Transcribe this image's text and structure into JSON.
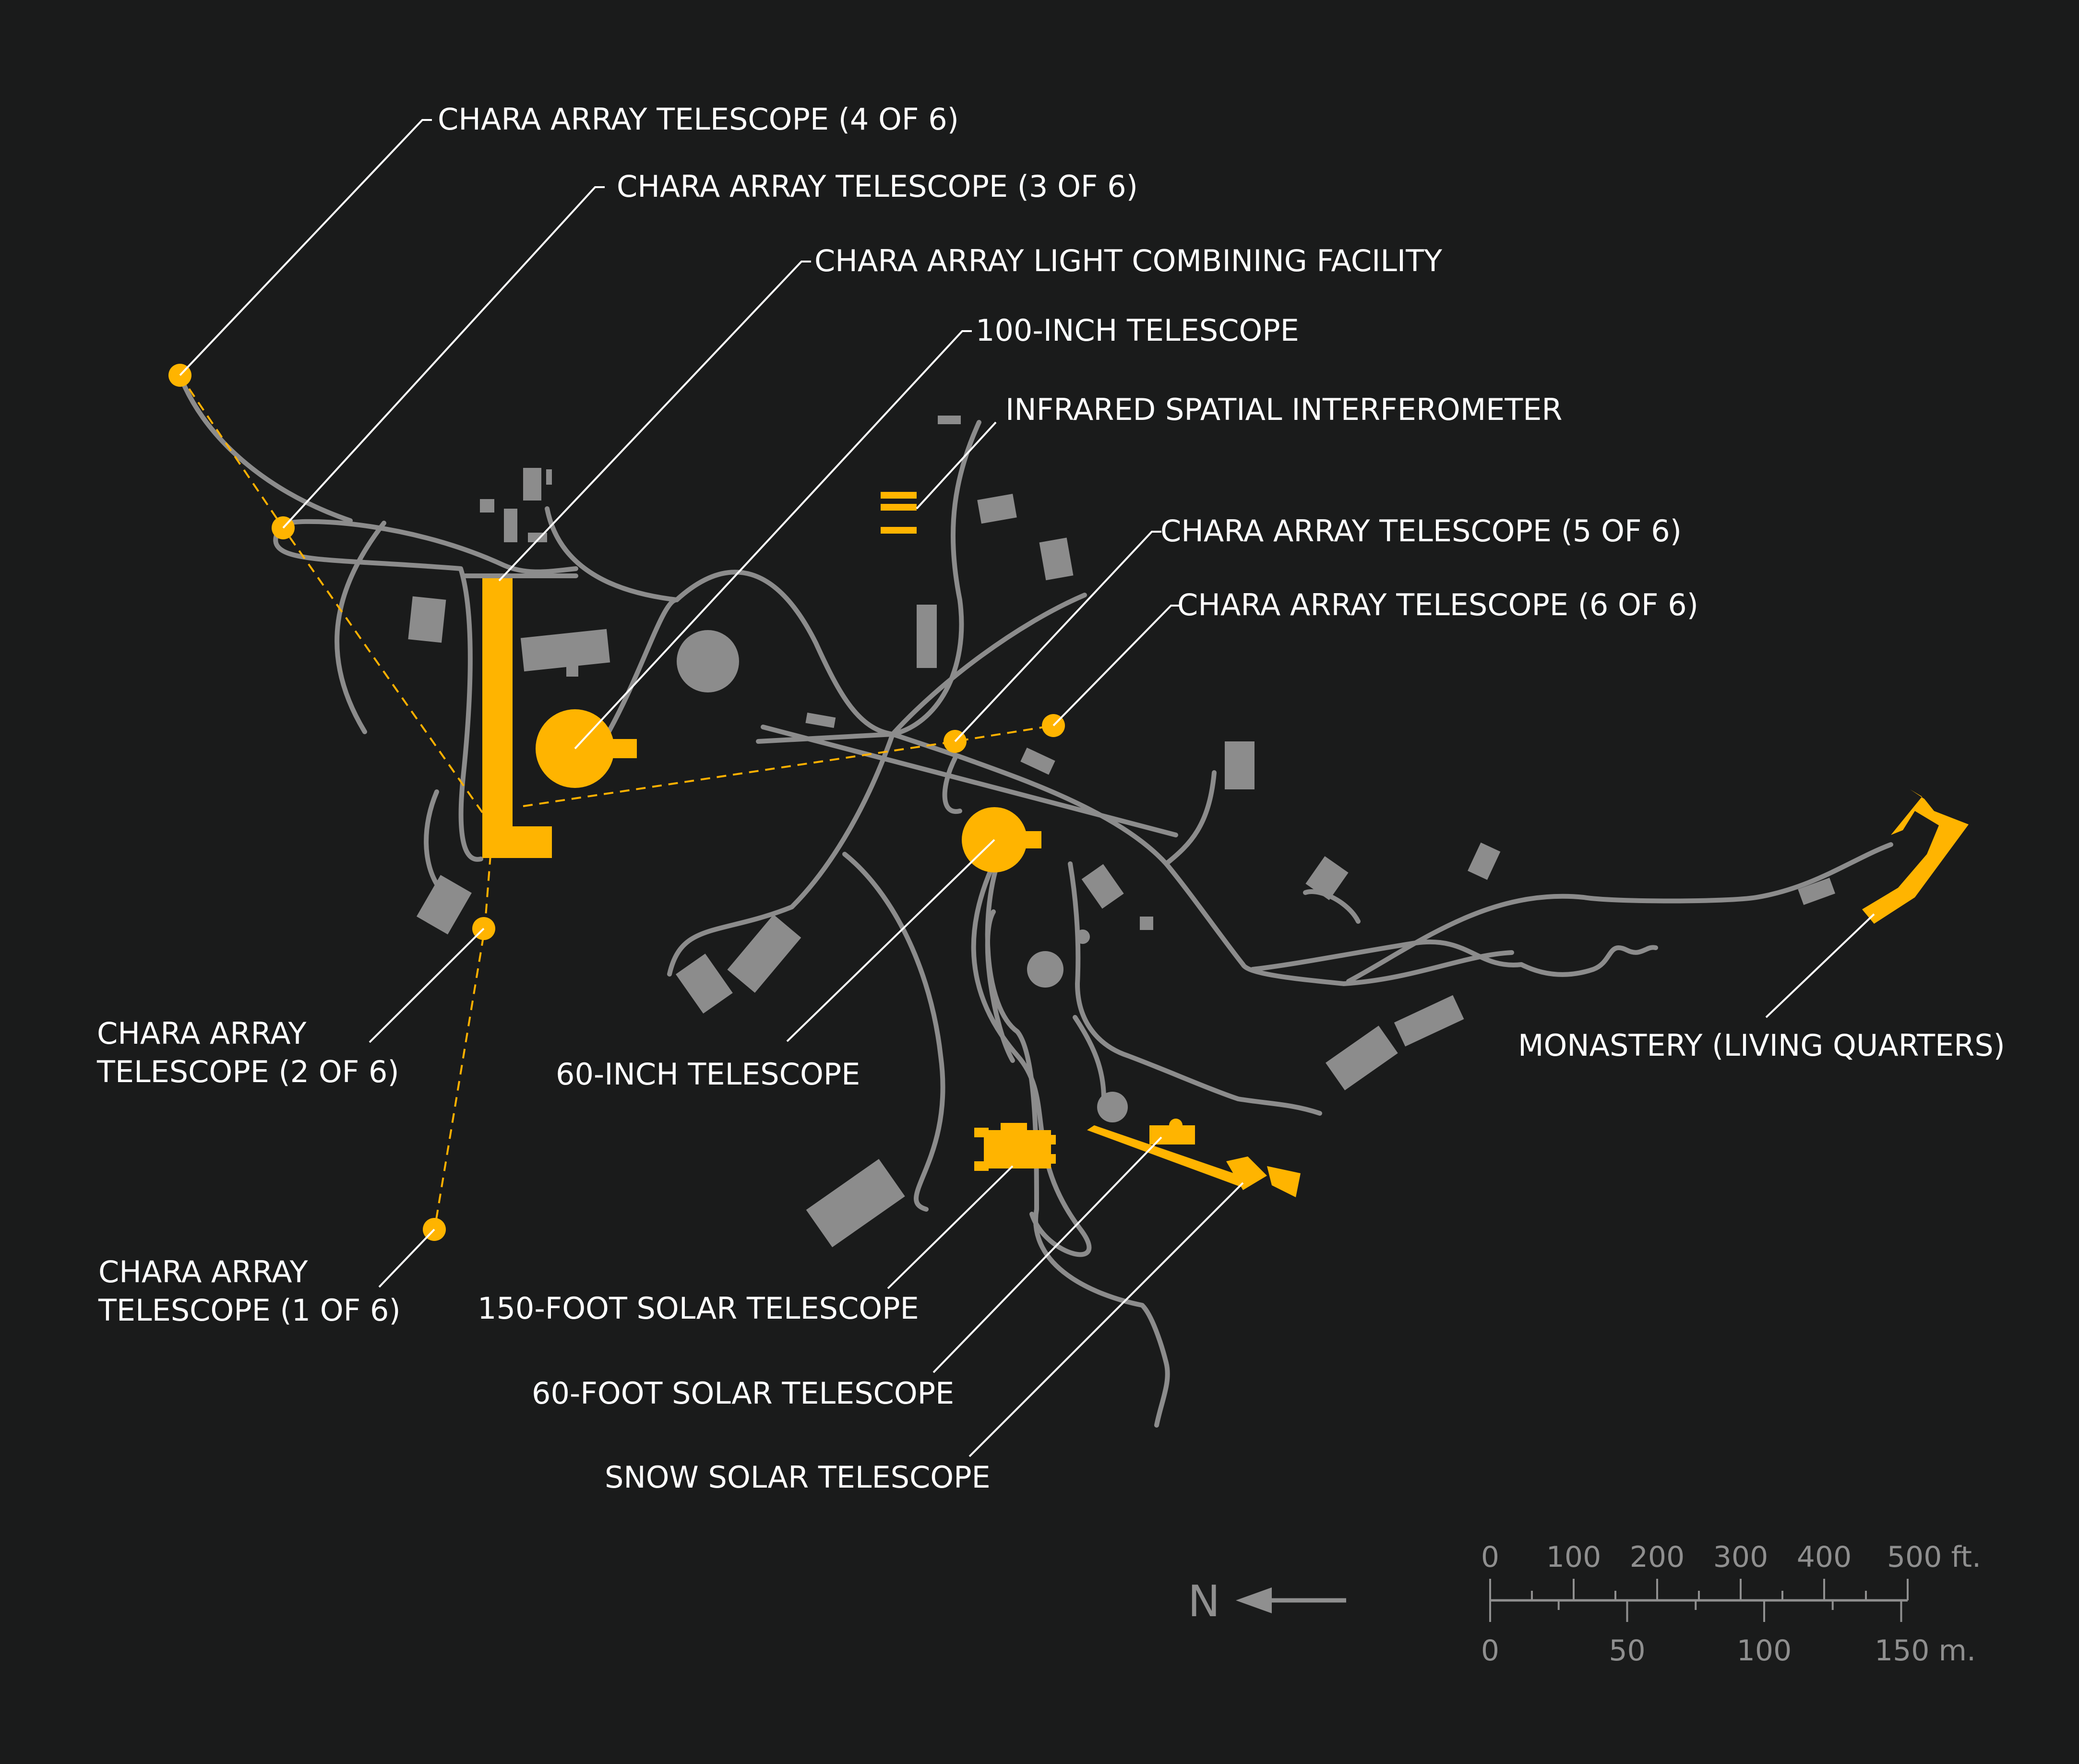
{
  "colors": {
    "background": "#1a1b1b",
    "road": "#8c8c8c",
    "building": "#8c8c8c",
    "telescope": "#ffb400",
    "label": "#ffffff",
    "scale": "#8f8f8f"
  },
  "labels": {
    "chara4": "CHARA ARRAY TELESCOPE (4 OF 6)",
    "chara3": "CHARA ARRAY TELESCOPE (3 OF 6)",
    "combining": "CHARA ARRAY LIGHT COMBINING FACILITY",
    "tel100": "100-INCH TELESCOPE",
    "isi": "INFRARED SPATIAL INTERFEROMETER",
    "chara5": "CHARA ARRAY TELESCOPE (5 OF 6)",
    "chara6": "CHARA ARRAY TELESCOPE (6 OF 6)",
    "chara2_line1": "CHARA ARRAY",
    "chara2_line2": "TELESCOPE (2 OF 6)",
    "tel60": "60-INCH TELESCOPE",
    "monastery": "MONASTERY (LIVING QUARTERS)",
    "chara1_line1": "CHARA ARRAY",
    "chara1_line2": "TELESCOPE (1 OF 6)",
    "solar150": "150-FOOT SOLAR TELESCOPE",
    "solar60": "60-FOOT SOLAR TELESCOPE",
    "snow": "SNOW SOLAR TELESCOPE"
  },
  "compass": {
    "letter": "N",
    "icon": "arrow-left-icon"
  },
  "scale": {
    "feet_ticks": [
      "0",
      "100",
      "200",
      "300",
      "400",
      "500 ft."
    ],
    "meter_ticks": [
      "0",
      "50",
      "100",
      "150 m."
    ]
  }
}
